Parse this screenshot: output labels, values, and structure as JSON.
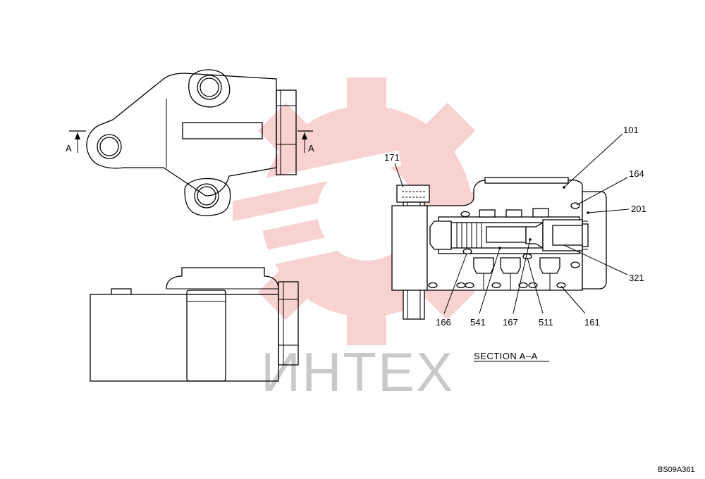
{
  "watermark": {
    "text": "ИНТЕХ",
    "gear_color": "#f7c9c9",
    "text_color": "#c9c9c9"
  },
  "section_markers": {
    "left": "A",
    "right": "A"
  },
  "section_title": "SECTION  A–A",
  "callouts": {
    "c101": "101",
    "c164": "164",
    "c201": "201",
    "c321": "321",
    "c171": "171",
    "c166": "166",
    "c541": "541",
    "c167": "167",
    "c511": "511",
    "c161": "161"
  },
  "drawing_code": "BS09A361"
}
